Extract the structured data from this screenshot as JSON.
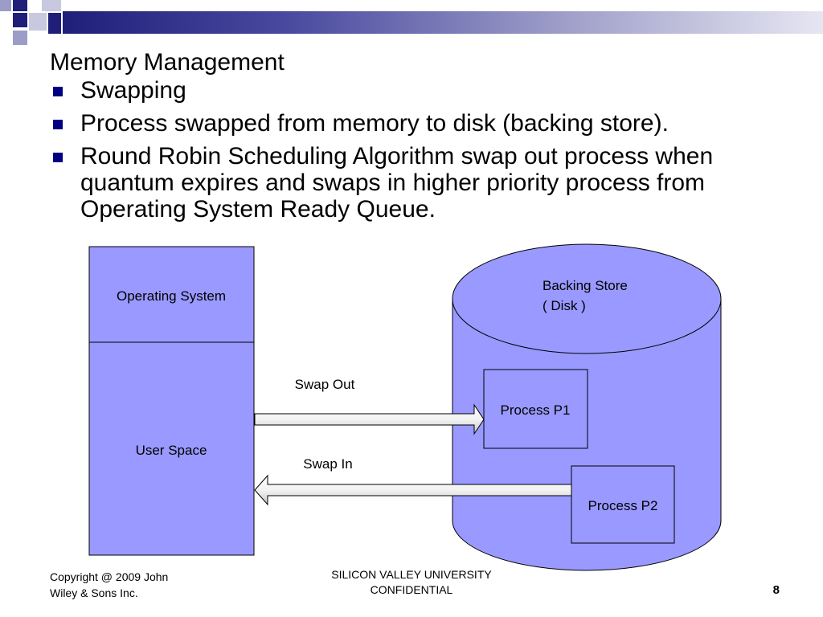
{
  "slide": {
    "title": "Memory Management",
    "bullets": [
      "Swapping",
      "Process swapped from memory to disk (backing store).",
      "Round Robin Scheduling Algorithm swap out process when quantum expires and swaps in higher priority process from Operating System Ready Queue."
    ]
  },
  "diagram": {
    "os_label": "Operating System",
    "user_space_label": "User Space",
    "backing_store_line1": "Backing Store",
    "backing_store_line2": "( Disk )",
    "process_p1": "Process P1",
    "process_p2": "Process P2",
    "swap_out": "Swap Out",
    "swap_in": "Swap In",
    "fill_color": "#9999ff"
  },
  "footer": {
    "copyright_line1": "Copyright @ 2009 John",
    "copyright_line2": "Wiley & Sons Inc.",
    "center_line1": "SILICON VALLEY UNIVERSITY",
    "center_line2": "CONFIDENTIAL",
    "page_number": "8"
  }
}
